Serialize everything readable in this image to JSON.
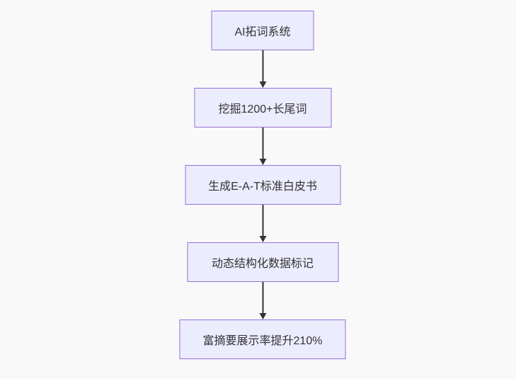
{
  "flowchart": {
    "direction": "top-down",
    "nodes": [
      {
        "id": "node1",
        "label": "AI拓词系统"
      },
      {
        "id": "node2",
        "label": "挖掘1200+长尾词"
      },
      {
        "id": "node3",
        "label": "生成E-A-T标准白皮书"
      },
      {
        "id": "node4",
        "label": "动态结构化数据标记"
      },
      {
        "id": "node5",
        "label": "富摘要展示率提升210%"
      }
    ],
    "edges": [
      {
        "from": "node1",
        "to": "node2",
        "style": "arrow"
      },
      {
        "from": "node2",
        "to": "node3",
        "style": "arrow"
      },
      {
        "from": "node3",
        "to": "node4",
        "style": "arrow"
      },
      {
        "from": "node4",
        "to": "node5",
        "style": "arrow"
      }
    ],
    "colors": {
      "background": "#f9f9f9",
      "node_fill": "#ECECFF",
      "node_border": "#9370DB",
      "node_text": "#333333",
      "arrow": "#333333"
    }
  }
}
